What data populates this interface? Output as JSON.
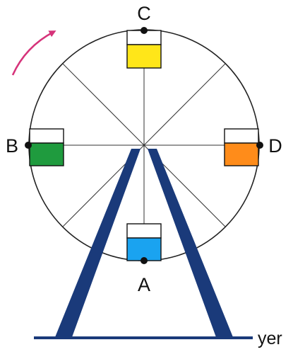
{
  "diagram": {
    "labels": {
      "top": "C",
      "left": "B",
      "right": "D",
      "bottom": "A",
      "ground": "yer"
    },
    "colors": {
      "wheel_outline": "#222222",
      "spokes": "#333333",
      "support": "#1a3a7a",
      "ground_line": "#1a3a7a",
      "rotation_arrow": "#d6337a",
      "cabin_c": "#ffe619",
      "cabin_b": "#1f9b3e",
      "cabin_d": "#ff8c1a",
      "cabin_a": "#1aa3f0",
      "cabin_top": "#ffffff",
      "cabin_border": "#111111",
      "pivot_dot": "#111111"
    },
    "rotation_direction": "clockwise"
  }
}
